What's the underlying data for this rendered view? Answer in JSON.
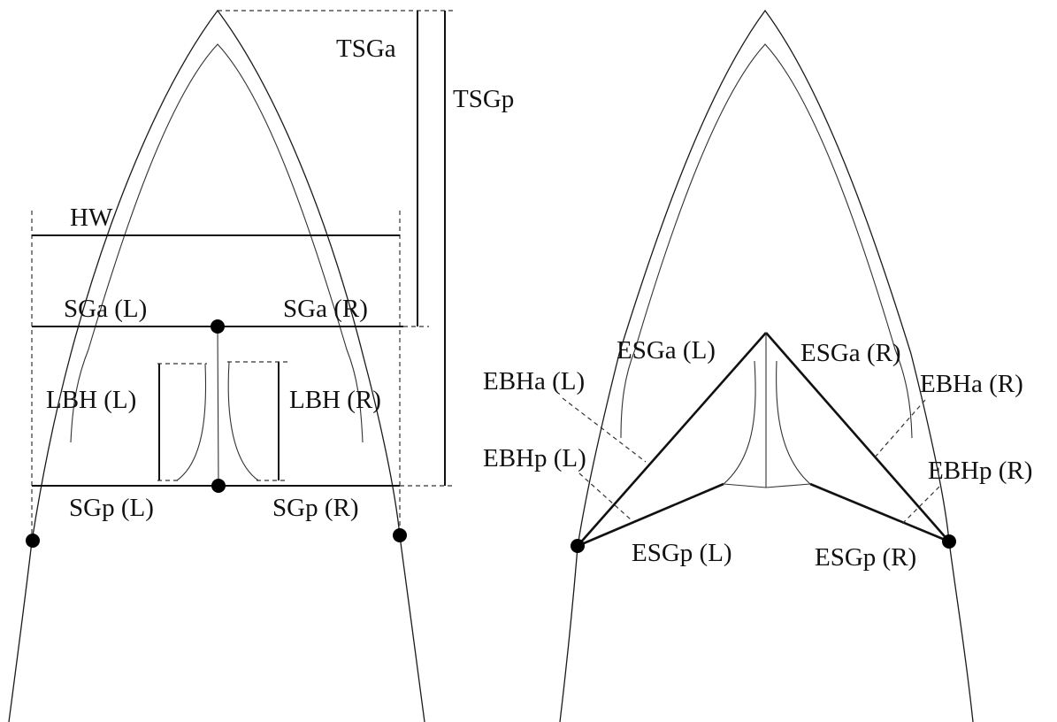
{
  "labels": {
    "tsga": "TSGa",
    "tsgp": "TSGp",
    "hw": "HW",
    "sga_l": "SGa (L)",
    "sga_r": "SGa (R)",
    "lbh_l": "LBH (L)",
    "lbh_r": "LBH (R)",
    "sgp_l": "SGp (L)",
    "sgp_r": "SGp (R)",
    "esga_l": "ESGa (L)",
    "esga_r": "ESGa (R)",
    "ebha_l": "EBHa (L)",
    "ebha_r": "EBHa (R)",
    "ebhp_l": "EBHp (L)",
    "ebhp_r": "EBHp (R)",
    "esgp_l": "ESGp (L)",
    "esgp_r": "ESGp (R)"
  }
}
